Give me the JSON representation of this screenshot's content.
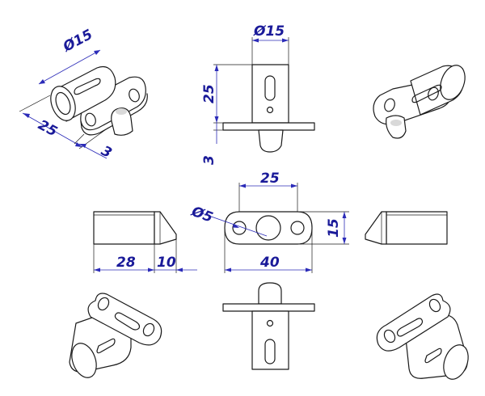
{
  "dimensions": {
    "iso_top_left": {
      "diameter": "Ø15",
      "length": "25",
      "thickness": "3"
    },
    "front_view": {
      "diameter": "Ø15",
      "height": "25",
      "thickness": "3"
    },
    "top_view": {
      "hole_spacing": "25",
      "hole_diameter": "Ø5",
      "width": "15",
      "length": "40"
    },
    "side_view": {
      "body_length": "28",
      "tip_length": "10"
    }
  },
  "colors": {
    "line": "#1a1a1a",
    "dimension": "#2b2bb8",
    "dimension_text": "#1a1a99"
  }
}
